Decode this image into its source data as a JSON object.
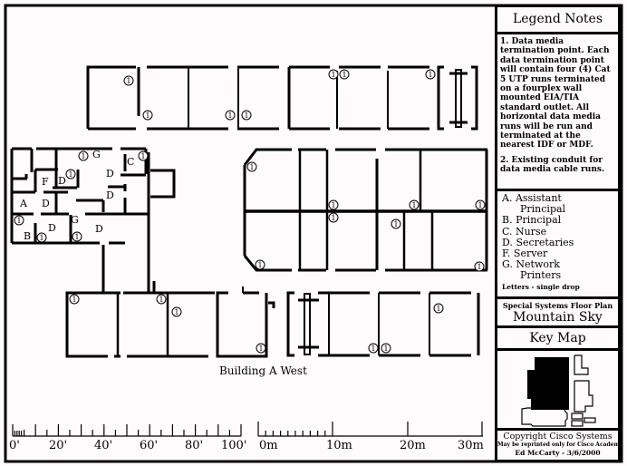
{
  "legend": {
    "title": "Legend Notes",
    "notes": [
      "1. Data media termination point. Each data termination point will contain four (4) Cat 5 UTP runs terminated on a fourplex wall mounted EIA/TIA standard outlet. All horizontal data media runs will be run and terminated at the nearest IDF or MDF.",
      "2. Existing conduit for data media cable runs."
    ],
    "rooms": [
      {
        "letter": "A.",
        "name": "Assistant",
        "cont": "Principal"
      },
      {
        "letter": "B.",
        "name": "Principal"
      },
      {
        "letter": "C.",
        "name": "Nurse"
      },
      {
        "letter": "D.",
        "name": "Secretaries"
      },
      {
        "letter": "F.",
        "name": "Server"
      },
      {
        "letter": "G.",
        "name": "Network",
        "cont": "Printers"
      }
    ],
    "letters_note": "Letters - single drop"
  },
  "title_block": {
    "subtitle": "Special Systems Floor Plan",
    "name": "Mountain Sky"
  },
  "key_map": {
    "title": "Key Map"
  },
  "copyright": {
    "line1": "Copyright Cisco Systems",
    "line2": "May be reprinted only for Cisco Academy",
    "line3": "Ed McCarty - 3/6/2000"
  },
  "plan": {
    "building_label": "Building A West",
    "drop_symbol": "1",
    "room_letters": [
      "A",
      "B",
      "C",
      "D",
      "D",
      "D",
      "D",
      "D",
      "D",
      "F",
      "G",
      "G"
    ]
  },
  "scale": {
    "feet": [
      "0'",
      "20'",
      "40'",
      "60'",
      "80'",
      "100'"
    ],
    "meters": [
      "0m",
      "10m",
      "20m",
      "30m"
    ]
  },
  "colors": {
    "ink": "#000000",
    "paper": "#fffbfd"
  }
}
